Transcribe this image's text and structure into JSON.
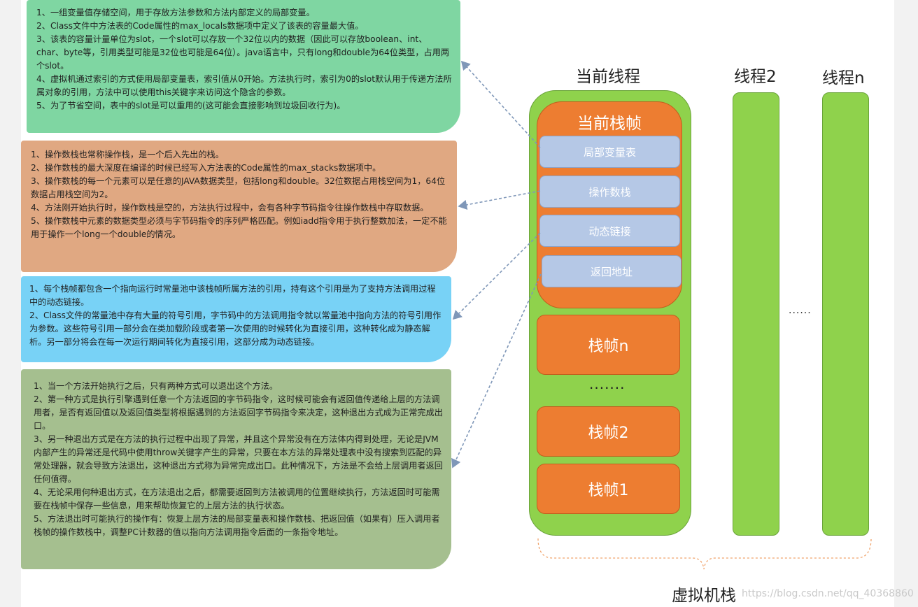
{
  "notes": {
    "local_vars": [
      "1、一组变量值存储空间，用于存放方法参数和方法内部定义的局部变量。",
      "2、Class文件中方法表的Code属性的max_locals数据项中定义了该表的容量最大值。",
      "3、该表的容量计量单位为slot，一个slot可以存放一个32位以内的数据（因此可以存放boolean、int、char、byte等，引用类型可能是32位也可能是64位）。java语言中，只有long和double为64位类型，占用两个slot。",
      "4、虚拟机通过索引的方式使用局部变量表，索引值从0开始。方法执行时，索引为0的slot默认用于传递方法所属对象的引用，方法中可以使用this关键字来访问这个隐含的参数。",
      "5、为了节省空间，表中的slot是可以重用的(这可能会直接影响到垃圾回收行为)。"
    ],
    "operand_stack": [
      "1、操作数栈也常称操作栈，是一个后入先出的栈。",
      "2、操作数栈的最大深度在编译的时候已经写入方法表的Code属性的max_stacks数据项中。",
      "3、操作数栈的每一个元素可以是任意的JAVA数据类型，包括long和double。32位数据占用栈空间为1，64位数据占用栈空间为2。",
      "4、方法刚开始执行时，操作数栈是空的，方法执行过程中，会有各种字节码指令往操作数栈中存取数据。",
      "5、操作数栈中元素的数据类型必须与字节码指令的序列严格匹配。例如iadd指令用于执行整数加法，一定不能用于操作一个long一个double的情况。"
    ],
    "dynamic_linking": [
      "1、每个栈帧都包含一个指向运行时常量池中该栈帧所属方法的引用，持有这个引用是为了支持方法调用过程中的动态链接。",
      "2、Class文件的常量池中存有大量的符号引用，字节码中的方法调用指令就以常量池中指向方法的符号引用作为参数。这些符号引用一部分会在类加载阶段或者第一次使用的时候转化为直接引用，这种转化成为静态解析。另一部分将会在每一次运行期间转化为直接引用，这部分成为动态链接。"
    ],
    "return_address": [
      "1、当一个方法开始执行之后，只有两种方式可以退出这个方法。",
      "2、第一种方式是执行引擎遇到任意一个方法返回的字节码指令，这时候可能会有返回值传递给上层的方法调用者，是否有返回值以及返回值类型将根据遇到的方法返回字节码指令来决定，这种退出方式成为正常完成出口。",
      "3、另一种退出方式是在方法的执行过程中出现了异常，并且这个异常没有在方法体内得到处理，无论是JVM内部产生的异常还是代码中使用throw关键字产生的异常，只要在本方法的异常处理表中没有搜索到匹配的异常处理器，就会导致方法退出，这种退出方式称为异常完成出口。此种情况下，方法是不会给上层调用者返回任何值得。",
      "4、无论采用何种退出方式，在方法退出之后，都需要返回到方法被调用的位置继续执行，方法返回时可能需要在栈帧中保存一些信息，用来帮助恢复它的上层方法的执行状态。",
      "5、方法退出时可能执行的操作有：恢复上层方法的局部变量表和操作数栈、把返回值（如果有）压入调用者栈帧的操作数栈中，调整PC计数器的值以指向方法调用指令后面的一条指令地址。"
    ]
  },
  "threads": {
    "current_label": "当前线程",
    "thread2_label": "线程2",
    "threadn_label": "线程n",
    "between_dots": "......"
  },
  "current_frame": {
    "label": "当前栈帧",
    "parts": [
      "局部变量表",
      "操作数栈",
      "动态链接",
      "返回地址"
    ]
  },
  "frames": {
    "frame_n": "栈帧n",
    "dots": "·······",
    "frame_2": "栈帧2",
    "frame_1": "栈帧1"
  },
  "caption": "虚拟机栈",
  "watermark": "https://blog.csdn.net/qq_40368860",
  "colors": {
    "note_green": "#7fd6a2",
    "note_orange": "#e0a882",
    "note_blue": "#78d2f6",
    "note_sage": "#a5bf8f",
    "thread_green": "#8fd24c",
    "frame_orange": "#ed7d31",
    "part_blue": "#b5c8e6",
    "connector": "#7f97b8"
  }
}
